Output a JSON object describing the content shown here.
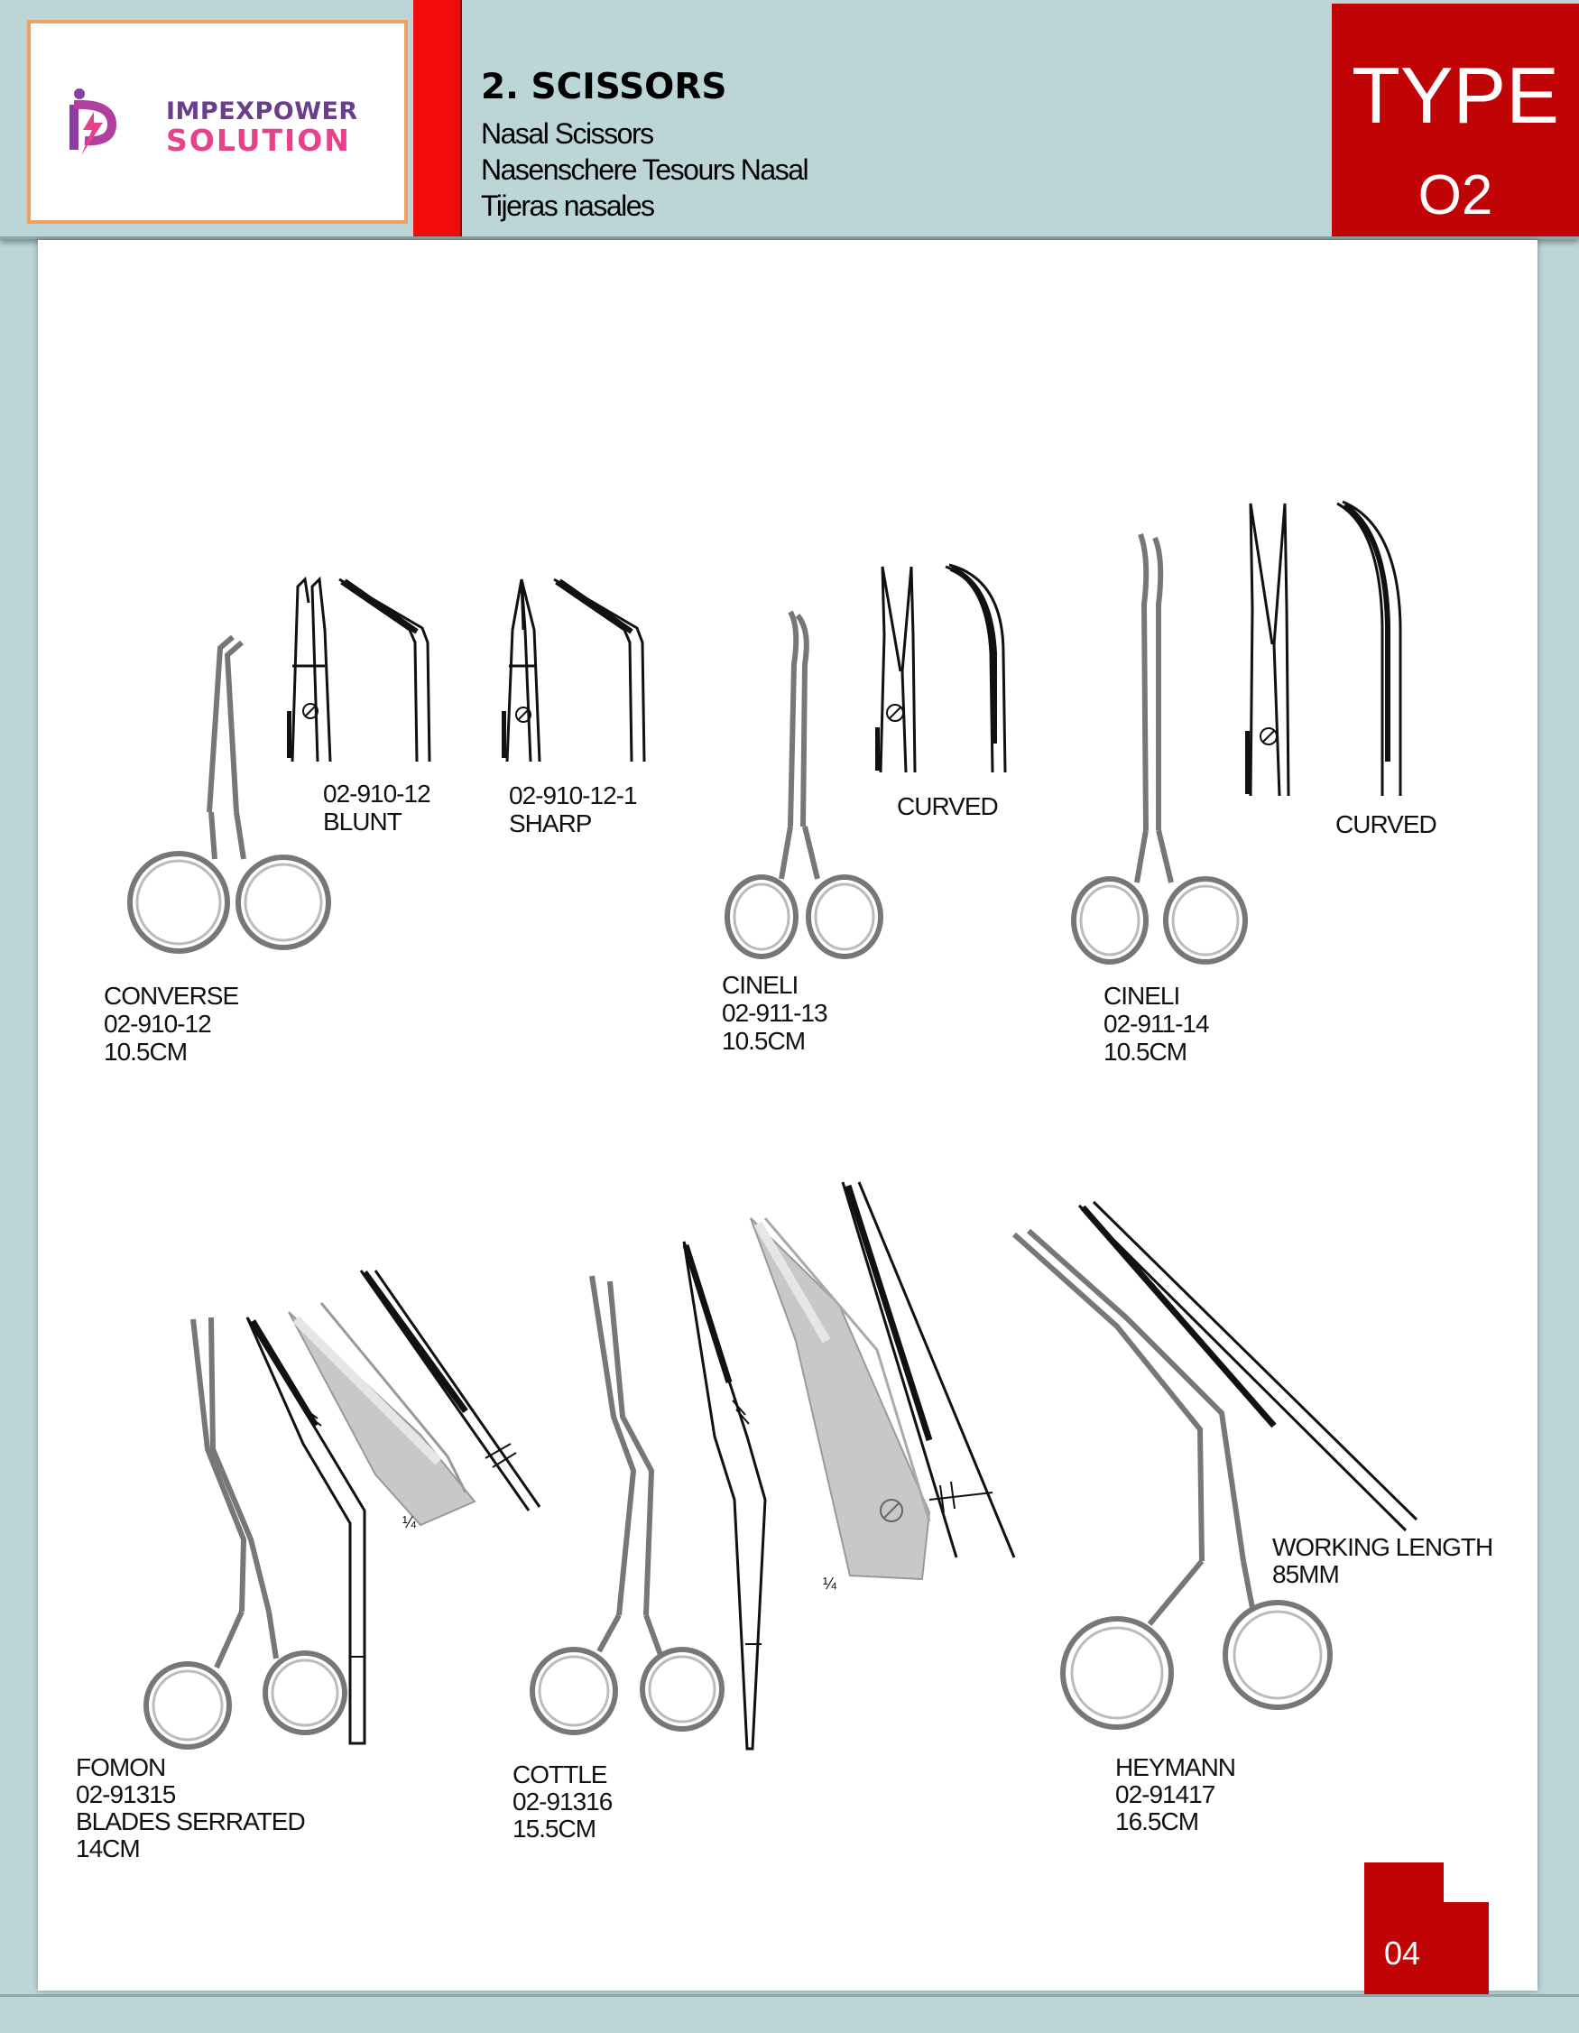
{
  "brand": {
    "line1": "IMPEXPOWER",
    "line2": "SOLUTION",
    "colors": {
      "purple": "#6a3d8f",
      "pink": "#e8418c"
    }
  },
  "header": {
    "title": "2. SCISSORS",
    "subtitles": [
      "Nasal Scissors",
      "Nasenschere Tesours Nasal",
      "Tijeras nasales"
    ]
  },
  "type_badge": {
    "label": "TYPE",
    "number": "O2"
  },
  "products": {
    "converse": {
      "lines": [
        "CONVERSE",
        "02-910-12",
        "10.5CM"
      ]
    },
    "blunt": {
      "lines": [
        "02-910-12",
        "BLUNT"
      ]
    },
    "sharp": {
      "lines": [
        "02-910-12-1",
        "SHARP"
      ]
    },
    "cineli_13": {
      "lines": [
        "CINELI",
        "02-911-13",
        "10.5CM"
      ]
    },
    "curved_1": {
      "label": "CURVED"
    },
    "cineli_14": {
      "lines": [
        "CINELI",
        "02-911-14",
        "10.5CM"
      ]
    },
    "curved_2": {
      "label": "CURVED"
    },
    "fomon": {
      "lines": [
        "FOMON",
        "02-91315",
        "BLADES SERRATED",
        "14CM"
      ],
      "scale": "¼"
    },
    "cottle": {
      "lines": [
        "COTTLE",
        "02-91316",
        "15.5CM"
      ],
      "scale": "¼"
    },
    "heymann": {
      "lines": [
        "HEYMANN",
        "02-91417",
        "16.5CM"
      ]
    },
    "working_length": {
      "lines": [
        "WORKING LENGTH",
        "85MM"
      ]
    }
  },
  "page_number": "04",
  "colors": {
    "accent_red": "#c00406",
    "stripe_red": "#f20b0b",
    "frame": "#bcd6d8"
  }
}
